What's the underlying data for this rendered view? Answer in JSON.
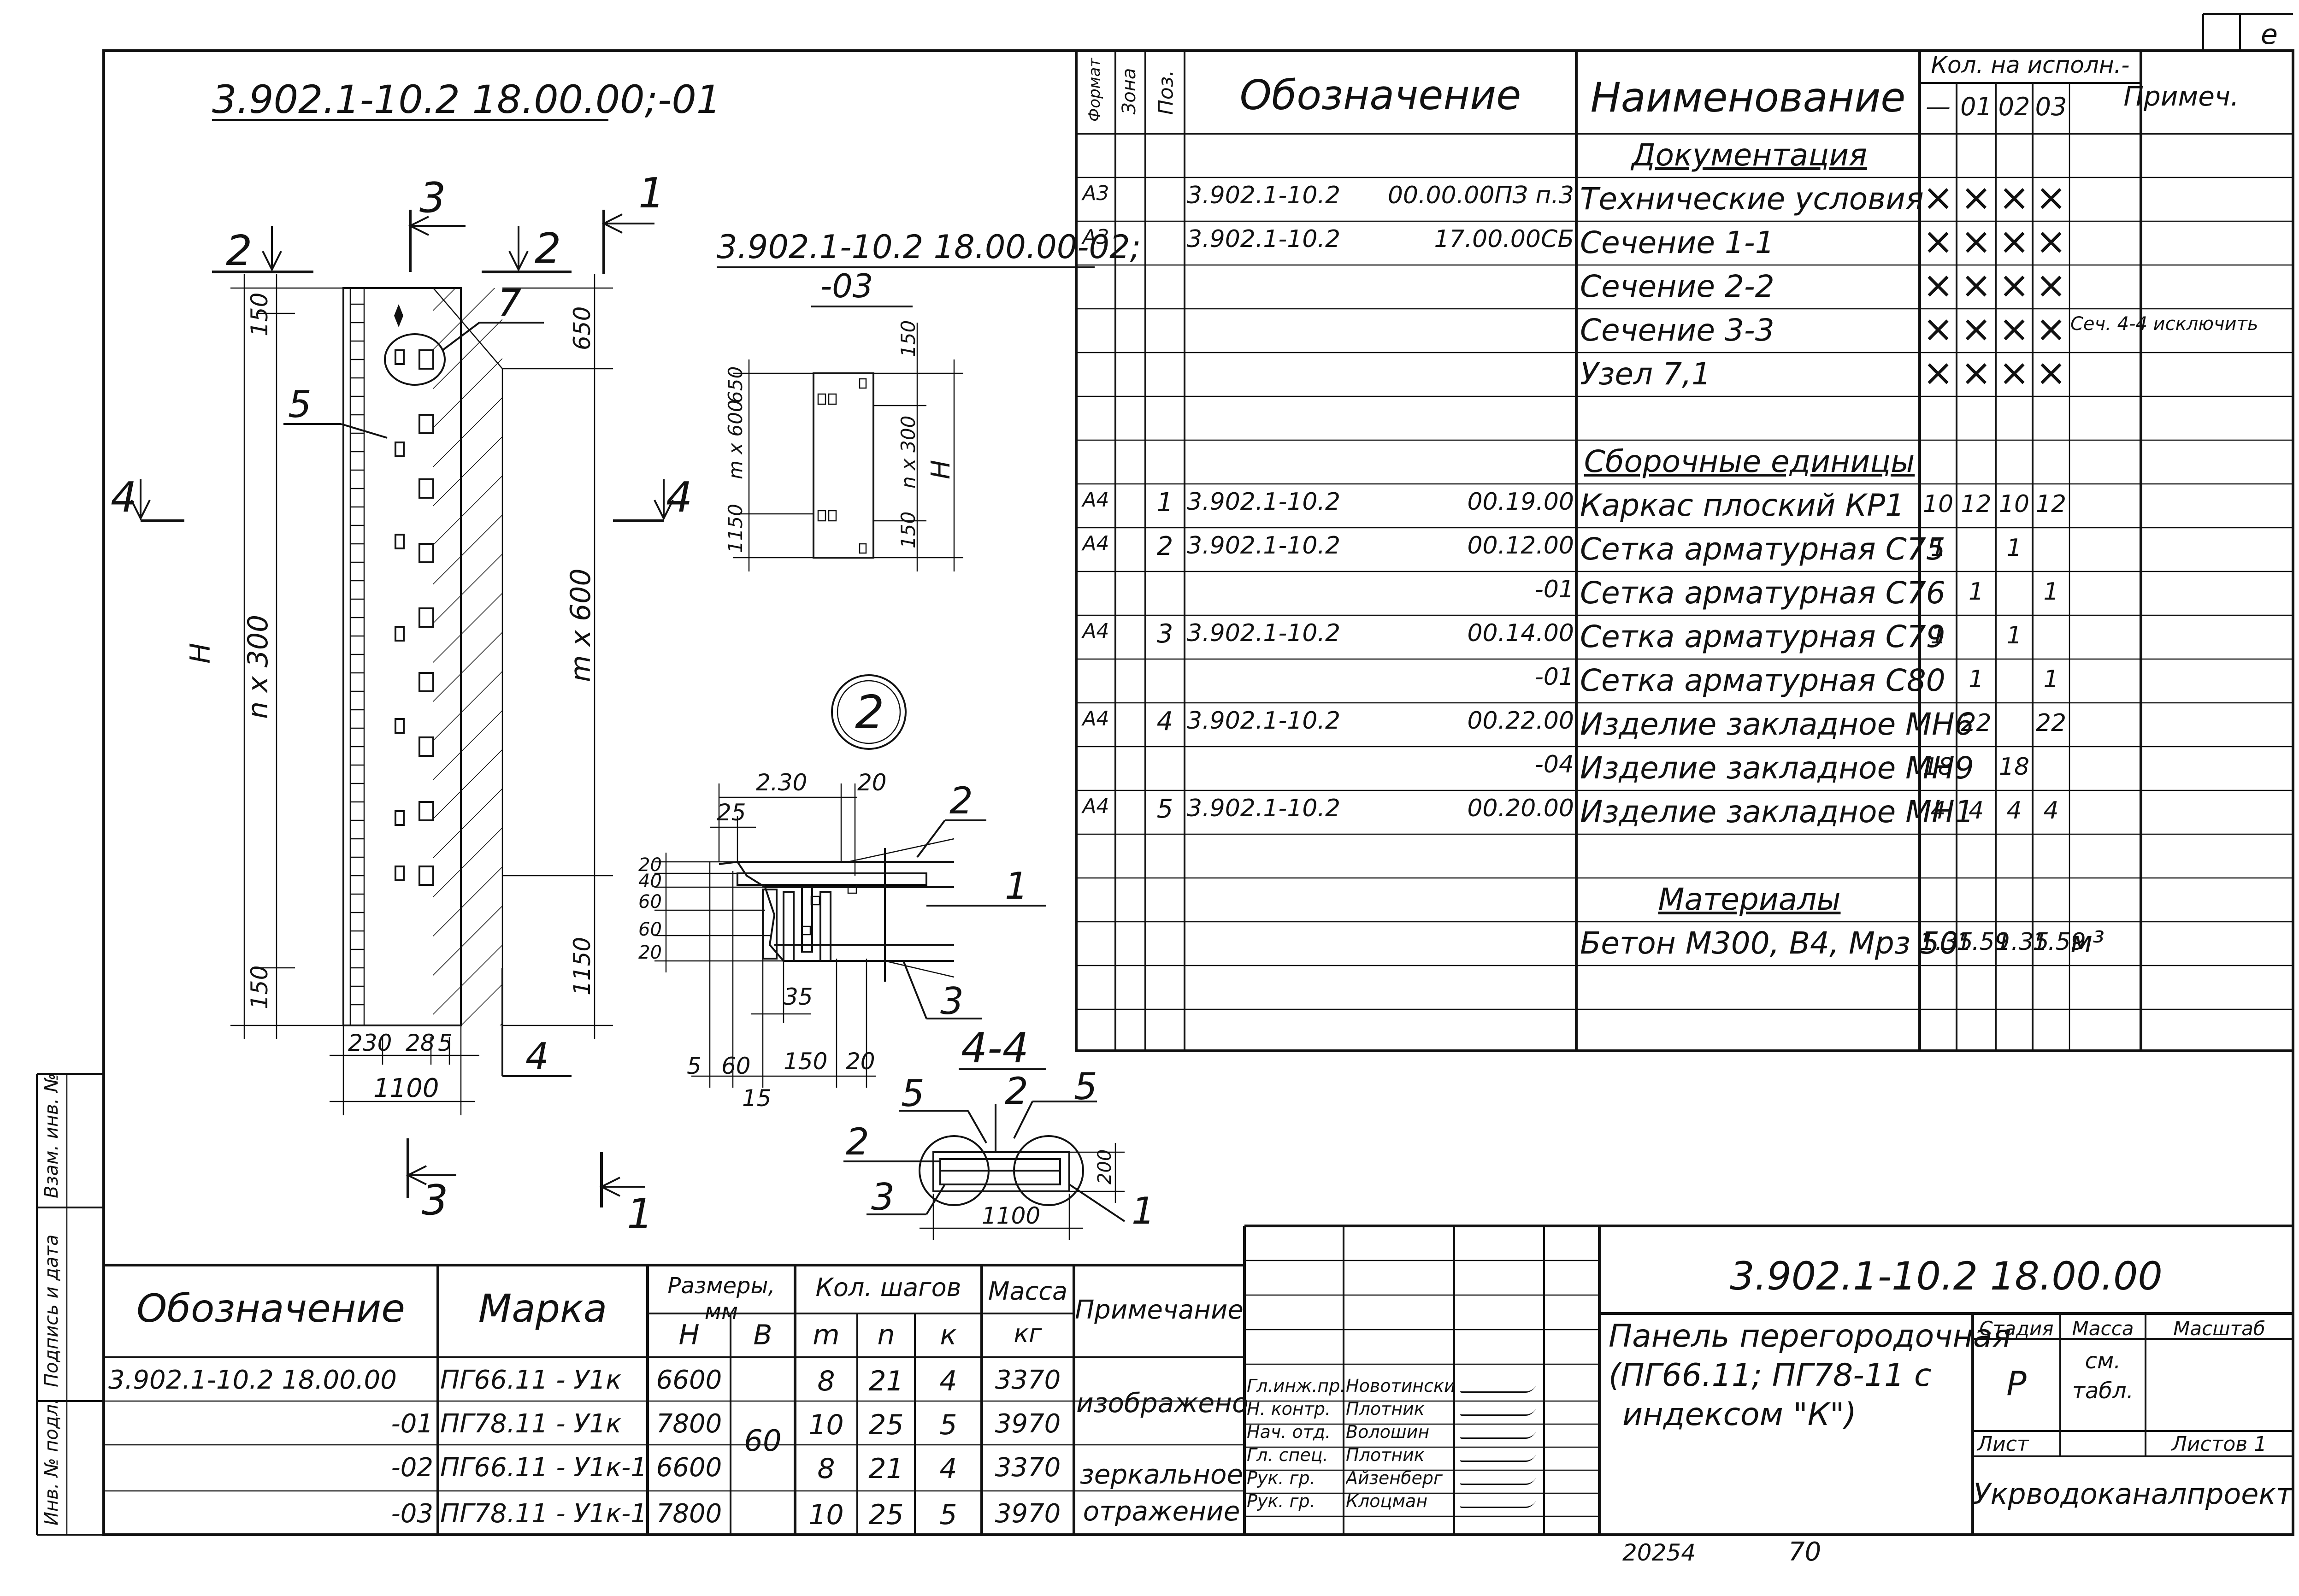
{
  "corner_mark": "е",
  "drawing_title": "3.902.1-10.2 18.00.00;-01",
  "variant_title_line1": "3.902.1-10.2 18.00.00-02;",
  "variant_title_line2": "-03",
  "section_markers": {
    "s1": "1",
    "s2": "2",
    "s3": "3",
    "s4": "4"
  },
  "detail_callout": "2",
  "section_44_label": "4-4",
  "elevation_dims": {
    "top": "150",
    "top_right": "650",
    "h_label": "Н",
    "mid_left": "n x 300",
    "mid_right": "m x 600",
    "bottom_left": "150",
    "bottom_right": "1150",
    "b1": "230",
    "b2": "28",
    "b3": "5",
    "width": "1100"
  },
  "pos_labels": {
    "p7": "7",
    "p5": "5",
    "p4": "4"
  },
  "small_elev_dims": {
    "d650": "650",
    "d150t": "150",
    "dm600": "m x 600",
    "dn300": "n x 300",
    "d1150": "1150",
    "d150b": "150",
    "h": "Н"
  },
  "node_dims": {
    "d230": "2.30",
    "d20a": "20",
    "d25": "25",
    "v20": "20",
    "v40": "40",
    "v60a": "60",
    "v60b": "60",
    "v20b": "20",
    "d35": "35",
    "d5": "5",
    "d60": "60",
    "d150": "150",
    "d20b": "20",
    "d15": "15",
    "p1": "1",
    "p2": "2",
    "p3": "3"
  },
  "sec44": {
    "p5a": "5",
    "p2a": "2",
    "p5b": "5",
    "p2b": "2",
    "p3": "3",
    "p1": "1",
    "d200": "200",
    "d1100": "1100"
  },
  "spec": {
    "headers": {
      "format": "Формат",
      "zone": "Зона",
      "pos": "Поз.",
      "designation": "Обозначение",
      "name": "Наименование",
      "qty": "Кол. на исполн.-",
      "q0": "—",
      "q1": "01",
      "q2": "02",
      "q3": "03",
      "note": "Примеч."
    },
    "rows": [
      {
        "f": "",
        "p": "",
        "d1": "",
        "d2": "",
        "name": "Документация",
        "q": [
          "",
          "",
          "",
          ""
        ],
        "note": "",
        "section": true
      },
      {
        "f": "А3",
        "p": "",
        "d1": "3.902.1-10.2",
        "d2": "00.00.00ПЗ п.3",
        "name": "Технические условия",
        "q": [
          "×",
          "×",
          "×",
          "×"
        ],
        "note": ""
      },
      {
        "f": "А3",
        "p": "",
        "d1": "3.902.1-10.2",
        "d2": "17.00.00СБ",
        "name": "Сечение 1-1",
        "q": [
          "×",
          "×",
          "×",
          "×"
        ],
        "note": ""
      },
      {
        "f": "",
        "p": "",
        "d1": "",
        "d2": "",
        "name": "Сечение 2-2",
        "q": [
          "×",
          "×",
          "×",
          "×"
        ],
        "note": ""
      },
      {
        "f": "",
        "p": "",
        "d1": "",
        "d2": "",
        "name": "Сечение 3-3",
        "q": [
          "×",
          "×",
          "×",
          "×"
        ],
        "note": "Сеч. 4-4 исключить"
      },
      {
        "f": "",
        "p": "",
        "d1": "",
        "d2": "",
        "name": "Узел 7,1",
        "q": [
          "×",
          "×",
          "×",
          "×"
        ],
        "note": ""
      },
      {
        "f": "",
        "p": "",
        "d1": "",
        "d2": "",
        "name": "",
        "q": [
          "",
          "",
          "",
          ""
        ],
        "note": ""
      },
      {
        "f": "",
        "p": "",
        "d1": "",
        "d2": "",
        "name": "Сборочные единицы",
        "q": [
          "",
          "",
          "",
          ""
        ],
        "note": "",
        "section": true
      },
      {
        "f": "А4",
        "p": "1",
        "d1": "3.902.1-10.2",
        "d2": "00.19.00",
        "name": "Каркас плоский КР1",
        "q": [
          "10",
          "12",
          "10",
          "12"
        ],
        "note": ""
      },
      {
        "f": "А4",
        "p": "2",
        "d1": "3.902.1-10.2",
        "d2": "00.12.00",
        "name": "Сетка арматурная С75",
        "q": [
          "1",
          "",
          "1",
          ""
        ],
        "note": ""
      },
      {
        "f": "",
        "p": "",
        "d1": "",
        "d2": "-01",
        "name": "Сетка арматурная С76",
        "q": [
          "",
          "1",
          "",
          "1"
        ],
        "note": ""
      },
      {
        "f": "А4",
        "p": "3",
        "d1": "3.902.1-10.2",
        "d2": "00.14.00",
        "name": "Сетка арматурная С79",
        "q": [
          "1",
          "",
          "1",
          ""
        ],
        "note": ""
      },
      {
        "f": "",
        "p": "",
        "d1": "",
        "d2": "-01",
        "name": "Сетка арматурная С80",
        "q": [
          "",
          "1",
          "",
          "1"
        ],
        "note": ""
      },
      {
        "f": "А4",
        "p": "4",
        "d1": "3.902.1-10.2",
        "d2": "00.22.00",
        "name": "Изделие закладное МН6",
        "q": [
          "",
          "22",
          "",
          "22"
        ],
        "note": ""
      },
      {
        "f": "",
        "p": "",
        "d1": "",
        "d2": "-04",
        "name": "Изделие закладное МН9",
        "q": [
          "18",
          "",
          "18",
          ""
        ],
        "note": ""
      },
      {
        "f": "А4",
        "p": "5",
        "d1": "3.902.1-10.2",
        "d2": "00.20.00",
        "name": "Изделие закладное МН1",
        "q": [
          "4",
          "4",
          "4",
          "4"
        ],
        "note": ""
      },
      {
        "f": "",
        "p": "",
        "d1": "",
        "d2": "",
        "name": "",
        "q": [
          "",
          "",
          "",
          ""
        ],
        "note": ""
      },
      {
        "f": "",
        "p": "",
        "d1": "",
        "d2": "",
        "name": "Материалы",
        "q": [
          "",
          "",
          "",
          ""
        ],
        "note": "",
        "section": true
      },
      {
        "f": "",
        "p": "",
        "d1": "",
        "d2": "",
        "name": "Бетон М300, В4, Мрз 50",
        "q": [
          "1.35",
          "1.59",
          "1.35",
          "1.59"
        ],
        "note": "м³"
      },
      {
        "f": "",
        "p": "",
        "d1": "",
        "d2": "",
        "name": "",
        "q": [
          "",
          "",
          "",
          ""
        ],
        "note": ""
      }
    ]
  },
  "marks_table": {
    "headers": {
      "designation": "Обозначение",
      "mark": "Марка",
      "size_group": "Размеры, мм",
      "H": "Н",
      "B": "В",
      "steps_group": "Кол. шагов",
      "m": "m",
      "n": "n",
      "k": "к",
      "mass_group": "Масса",
      "kg": "кг",
      "note": "Примечание"
    },
    "rows": [
      {
        "des": "3.902.1-10.2 18.00.00",
        "mark": "ПГ66.11 - У1к",
        "H": "6600",
        "m": "8",
        "n": "21",
        "k": "4",
        "mass": "3370"
      },
      {
        "des": "-01",
        "mark": "ПГ78.11 - У1к",
        "H": "7800",
        "m": "10",
        "n": "25",
        "k": "5",
        "mass": "3970"
      },
      {
        "des": "-02",
        "mark": "ПГ66.11 - У1к-1",
        "H": "6600",
        "m": "8",
        "n": "21",
        "k": "4",
        "mass": "3370"
      },
      {
        "des": "-03",
        "mark": "ПГ78.11 - У1к-1",
        "H": "7800",
        "m": "10",
        "n": "25",
        "k": "5",
        "mass": "3970"
      }
    ],
    "B_value": "60",
    "note1": "изображено",
    "note2a": "зеркальное",
    "note2b": "отражение"
  },
  "side_strip": {
    "a": "Взам. инв. №",
    "b": "Подпись и дата",
    "c": "Инв. № подл."
  },
  "title_block": {
    "code": "3.902.1-10.2 18.00.00",
    "title_line1": "Панель перегородочная",
    "title_line2": "(ПГ66.11; ПГ78-11 с",
    "title_line3": "индексом \"К\")",
    "stage_label": "Стадия",
    "mass_label": "Масса",
    "scale_label": "Масштаб",
    "stage_value": "Р",
    "mass_value1": "см.",
    "mass_value2": "табл.",
    "sheet_label": "Лист",
    "sheets_label": "Листов 1",
    "org": "Укрводоканалпроект",
    "staff": [
      {
        "role": "Гл.инж.пр.",
        "name": "Новотинский"
      },
      {
        "role": "Н. контр.",
        "name": "Плотник"
      },
      {
        "role": "Нач. отд.",
        "name": "Волошин"
      },
      {
        "role": "Гл. спец.",
        "name": "Плотник"
      },
      {
        "role": "Рук. гр.",
        "name": "Айзенберг"
      },
      {
        "role": "Рук. гр.",
        "name": "Клоцман"
      }
    ]
  },
  "footer": {
    "archive_no": "20254",
    "page_no": "70"
  }
}
